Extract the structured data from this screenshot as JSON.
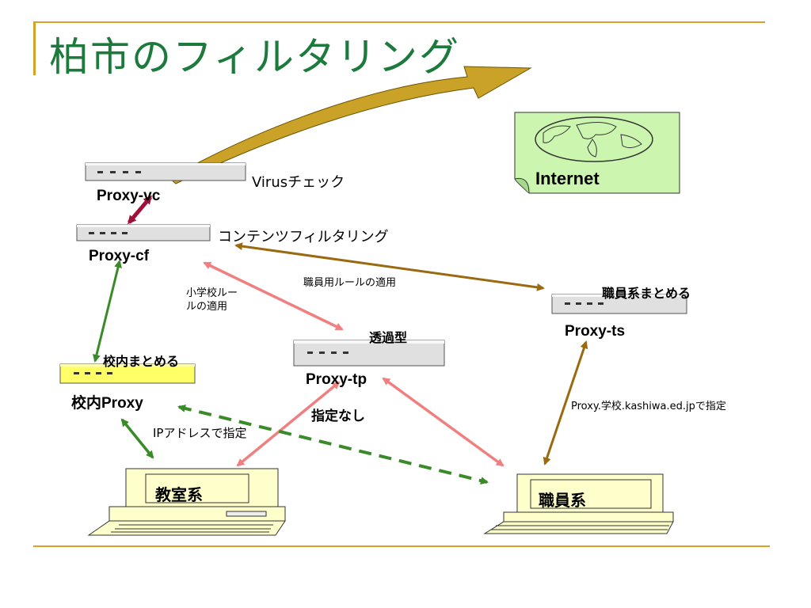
{
  "slide": {
    "title": "柏市のフィルタリング"
  },
  "internet": {
    "label": "Internet"
  },
  "nodes": {
    "proxy_vc": {
      "name": "Proxy-vc",
      "desc": "Virusチェック"
    },
    "proxy_cf": {
      "name": "Proxy-cf",
      "desc": "コンテンツフィルタリング"
    },
    "proxy_tp": {
      "name": "Proxy-tp",
      "desc": "透過型",
      "note": "指定なし"
    },
    "proxy_ts": {
      "name": "Proxy-ts",
      "desc": "職員系まとめる"
    },
    "school_proxy": {
      "name": "校内Proxy",
      "desc": "校内まとめる"
    },
    "classroom": {
      "name": "教室系"
    },
    "staff": {
      "name": "職員系"
    }
  },
  "notes": {
    "elementary_rule": "小学校ルールの適用",
    "staff_rule": "職員用ルールの適用",
    "ip_spec": "IPアドレスで指定",
    "proxy_spec": "Proxy.学校.kashiwa.ed.jpで指定"
  },
  "colors": {
    "title": "#1c7a3c",
    "rule": "#d9a227",
    "arrow_gold": "#c9a227",
    "arrow_darkred": "#a0103a",
    "arrow_green": "#3a8a2a",
    "arrow_pink": "#f08080",
    "arrow_brown": "#9a6a10",
    "map_bg": "#ccf5b0",
    "terminal_bg": "#ffffcc",
    "router_yellow": "#ffff66"
  },
  "icons": [
    "globe-icon",
    "router-icon",
    "terminal-icon"
  ]
}
